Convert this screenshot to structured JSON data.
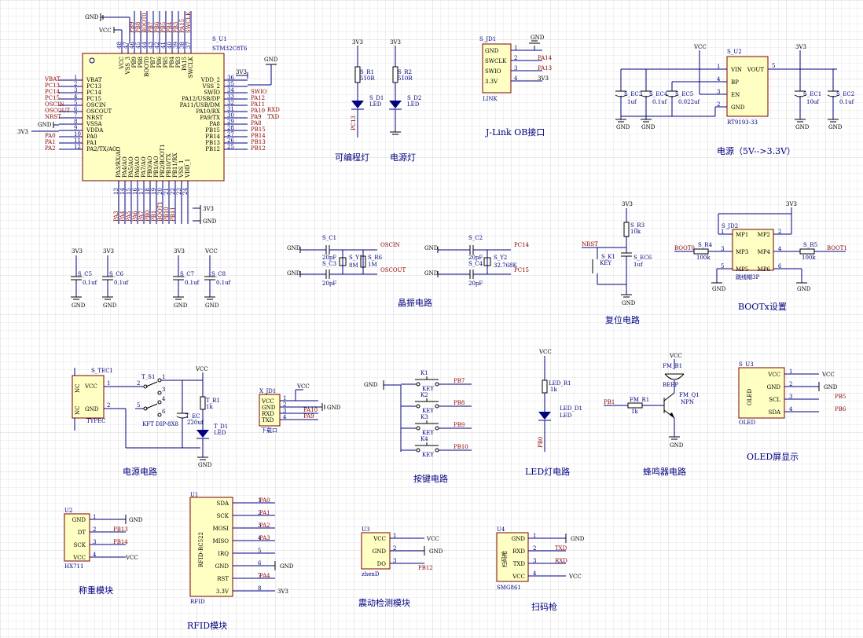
{
  "captions": {
    "prog_led": "可编程灯",
    "power_led": "电源灯",
    "jlink": "J-Link OB接口",
    "power_supply": "电源（5V-->3.3V）",
    "crystal": "晶振电路",
    "reset": "复位电路",
    "boot": "BOOTx设置",
    "power_circuit": "电源电路",
    "keys": "按键电路",
    "led_circuit": "LED灯电路",
    "buzzer": "蜂鸣器电路",
    "oled": "OLED屏显示",
    "weighing": "称重模块",
    "rfid": "RFID模块",
    "vibration": "震动检测模块",
    "scanner": "扫码枪"
  },
  "mcu": {
    "designator": "S_U1",
    "value": "STM32C8T6",
    "left_pins": [
      {
        "num": "1",
        "name": "VBAT",
        "net": "VBAT"
      },
      {
        "num": "2",
        "name": "PC13",
        "net": "PC13"
      },
      {
        "num": "3",
        "name": "PC14",
        "net": "PC14"
      },
      {
        "num": "4",
        "name": "PC15",
        "net": "PC15"
      },
      {
        "num": "5",
        "name": "OSCIN",
        "net": "OSCIN"
      },
      {
        "num": "6",
        "name": "OSCOUT",
        "net": "OSCOUT"
      },
      {
        "num": "7",
        "name": "NRST",
        "net": "NRST"
      },
      {
        "num": "8",
        "name": "VSSA",
        "net": ""
      },
      {
        "num": "9",
        "name": "VDDA",
        "net": ""
      },
      {
        "num": "10",
        "name": "PA0",
        "net": "PA0"
      },
      {
        "num": "11",
        "name": "PA1",
        "net": "PA1"
      },
      {
        "num": "12",
        "name": "PA2/TX/AO",
        "net": "PA2"
      }
    ],
    "right_pins": [
      {
        "num": "36",
        "name": "VDD_2",
        "net": ""
      },
      {
        "num": "35",
        "name": "VSS_2",
        "net": ""
      },
      {
        "num": "34",
        "name": "SWIO",
        "net": "SWIO"
      },
      {
        "num": "33",
        "name": "PA12/USB/DP",
        "net": "PA12"
      },
      {
        "num": "32",
        "name": "PA11/USB/DM",
        "net": "PA11"
      },
      {
        "num": "31",
        "name": "PA10/RX",
        "net": "PA10"
      },
      {
        "num": "30",
        "name": "PA9/TX",
        "net": "PA9"
      },
      {
        "num": "29",
        "name": "PA8",
        "net": "PA8"
      },
      {
        "num": "28",
        "name": "PB15",
        "net": "PB15"
      },
      {
        "num": "27",
        "name": "PB14",
        "net": "PB14"
      },
      {
        "num": "26",
        "name": "PB13",
        "net": "PB13"
      },
      {
        "num": "25",
        "name": "PB12",
        "net": "PB12"
      }
    ],
    "top_pins": [
      {
        "num": "48",
        "name": "VCC",
        "net": ""
      },
      {
        "num": "47",
        "name": "VSS_3",
        "net": ""
      },
      {
        "num": "46",
        "name": "PB9",
        "net": "PB9"
      },
      {
        "num": "45",
        "name": "PB8",
        "net": "PB8"
      },
      {
        "num": "44",
        "name": "BOOT0",
        "net": "BOOT0"
      },
      {
        "num": "43",
        "name": "PB7",
        "net": "PB7"
      },
      {
        "num": "42",
        "name": "PB6",
        "net": "PB6"
      },
      {
        "num": "41",
        "name": "PB5",
        "net": "PB5"
      },
      {
        "num": "40",
        "name": "PB4",
        "net": "PB4"
      },
      {
        "num": "39",
        "name": "PB3",
        "net": "PB3"
      },
      {
        "num": "38",
        "name": "PA15",
        "net": "PA15"
      },
      {
        "num": "37",
        "name": "SWCLK",
        "net": "SWCLK"
      }
    ],
    "bottom_pins": [
      {
        "num": "13",
        "name": "PA3/RX/AO",
        "net": "PA3"
      },
      {
        "num": "14",
        "name": "PA4/AO",
        "net": "PA4"
      },
      {
        "num": "15",
        "name": "PA5/AO",
        "net": "PA5"
      },
      {
        "num": "16",
        "name": "PA6/AO",
        "net": "PA6"
      },
      {
        "num": "17",
        "name": "PA7/AO",
        "net": "PA7"
      },
      {
        "num": "18",
        "name": "PB0/AO",
        "net": "PB0"
      },
      {
        "num": "19",
        "name": "PB1/AO",
        "net": "PB1"
      },
      {
        "num": "20",
        "name": "PB2/BOOT1",
        "net": "BOOT1"
      },
      {
        "num": "21",
        "name": "PB10/TX",
        "net": "PB10"
      },
      {
        "num": "22",
        "name": "PB11/RX",
        "net": "PB11"
      },
      {
        "num": "23",
        "name": "VSS_1",
        "net": ""
      },
      {
        "num": "24",
        "name": "VDD_1",
        "net": ""
      }
    ],
    "extra_labels": {
      "gnd_top": "GND",
      "vcc_top": "VCC",
      "gnd_left": "GND",
      "v3_left": "3V3",
      "v3_right": "3V3",
      "rxd": "RXD",
      "txd": "TXD",
      "v3_bottom": "3V3",
      "gnd_bottom": "GND"
    }
  },
  "decoupling": [
    {
      "des": "S_C5",
      "val": "0.1uf",
      "rail": "3V3"
    },
    {
      "des": "S_C6",
      "val": "0.1uf",
      "rail": "3V3"
    },
    {
      "des": "S_C7",
      "val": "0.1uf",
      "rail": "3V3"
    },
    {
      "des": "S_C8",
      "val": "0.1uf",
      "rail": "VCC"
    }
  ],
  "gnd": "GND",
  "leds_top": {
    "rail": "3V3",
    "r1": "S_R1",
    "r1v": "510R",
    "d1": "S_D1",
    "d1v": "LED",
    "net": "PC13",
    "r2": "S_R2",
    "r2v": "510R",
    "d2": "S_D2",
    "d2v": "LED"
  },
  "jlink": {
    "des": "S_JD1",
    "value": "LINK",
    "pins": [
      {
        "num": "1",
        "name": "GND",
        "net": "GND"
      },
      {
        "num": "2",
        "name": "SWCLK",
        "net": "PA14"
      },
      {
        "num": "3",
        "name": "SWIO",
        "net": "PA13"
      },
      {
        "num": "4",
        "name": "3.3V",
        "net": "3V3"
      }
    ]
  },
  "regulator": {
    "des": "S_U2",
    "value": "RT9193-33",
    "pins_left": [
      {
        "num": "1",
        "name": "VIN"
      },
      {
        "num": "4",
        "name": "BP"
      },
      {
        "num": "3",
        "name": "EN"
      },
      {
        "num": "2",
        "name": "GND"
      }
    ],
    "pin_right": {
      "num": "5",
      "name": "VOUT"
    },
    "vin": "VCC",
    "vout": "3V3",
    "caps": [
      {
        "des": "S_EC3",
        "val": "1uf"
      },
      {
        "des": "S_EC4",
        "val": "0.1uf"
      },
      {
        "des": "S_EC5",
        "val": "0.022uf"
      },
      {
        "des": "S_EC1",
        "val": "10uf"
      },
      {
        "des": "S_EC2",
        "val": "0.1uf"
      }
    ]
  },
  "crystal": {
    "c1": "S_C1",
    "c1v": "20pF",
    "c3": "S_C3",
    "c3v": "20pF",
    "y1": "S_Y1",
    "y1v": "8M",
    "r6": "S_R6",
    "r6v": "1M",
    "oscin": "OSCIN",
    "oscout": "OSCOUT",
    "c2": "S_C2",
    "c2v": "20pF",
    "c4": "S_C4",
    "c4v": "20pF",
    "y2": "S_Y2",
    "y2v": "32.768K",
    "pc14": "PC14",
    "pc15": "PC15"
  },
  "reset": {
    "rail": "3V3",
    "r3": "S_R3",
    "r3v": "10k",
    "k1": "S_K1",
    "k1v": "KEY",
    "ec6": "S_EC6",
    "ec6v": "1uf",
    "nrst": "NRST"
  },
  "boot": {
    "rail": "3V3",
    "des": "S_JD2",
    "value": "跳线帽3P",
    "r4": "S_R4",
    "r4v": "100k",
    "r5": "S_R5",
    "r5v": "100k",
    "boot0": "BOOT0",
    "boot1": "BOOT1",
    "pins": [
      {
        "num": "1",
        "name": "MP1"
      },
      {
        "num": "2",
        "name": "MP2"
      },
      {
        "num": "3",
        "name": "MP3"
      },
      {
        "num": "4",
        "name": "MP4"
      },
      {
        "num": "5",
        "name": "MP5"
      },
      {
        "num": "6",
        "name": "MP6"
      }
    ]
  },
  "power_circuit": {
    "tec": "S_TEC1",
    "tec_val": "TYPEC",
    "vcc_pin": "VCC",
    "gnd_pin": "GND",
    "nc": "NC",
    "sw": "T_S1",
    "sw_val": "KFT DIP-8X8",
    "ec": "T_EC",
    "ec_val": "220uf",
    "r1": "T_R1",
    "r1v": "1k",
    "d1": "T_D1",
    "d1v": "LED",
    "rail": "VCC",
    "sw_pins": [
      "1",
      "2",
      "3",
      "4",
      "5",
      "6"
    ],
    "tec_pins": [
      "1",
      "2"
    ]
  },
  "download": {
    "des": "X_JD1",
    "value": "下载口",
    "pins": [
      {
        "num": "1",
        "name": "VCC",
        "net": "VCC"
      },
      {
        "num": "2",
        "name": "GND",
        "net": "GND"
      },
      {
        "num": "3",
        "name": "RXD",
        "net": "PA10"
      },
      {
        "num": "4",
        "name": "TXD",
        "net": "PA9"
      }
    ]
  },
  "keys": [
    {
      "des": "K1",
      "val": "KEY",
      "net": "PB7"
    },
    {
      "des": "K2",
      "val": "KEY",
      "net": "PB8"
    },
    {
      "des": "K3",
      "val": "KEY",
      "net": "PB9"
    },
    {
      "des": "K4",
      "val": "KEY",
      "net": "PB10"
    }
  ],
  "led_circuit": {
    "rail": "VCC",
    "r1": "LED_R1",
    "r1v": "1k",
    "d1": "LED_D1",
    "d1v": "LED",
    "net": "PB0"
  },
  "buzzer": {
    "rail": "VCC",
    "bz": "FM_B1",
    "bz_val": "BEEP",
    "r1": "FM_R1",
    "r1v": "1k",
    "q1": "FM_Q1",
    "q1v": "NPN",
    "net": "PB1"
  },
  "oled": {
    "des": "S_U3",
    "value": "OLED",
    "body": "OLED",
    "pins": [
      {
        "num": "1",
        "name": "VCC",
        "net": "VCC"
      },
      {
        "num": "2",
        "name": "GND",
        "net": "GND"
      },
      {
        "num": "3",
        "name": "SCL",
        "net": "PB5"
      },
      {
        "num": "4",
        "name": "SDA",
        "net": "PB6"
      }
    ]
  },
  "hx711": {
    "des": "U2",
    "value": "HX711",
    "pins": [
      {
        "num": "1",
        "name": "GND",
        "net": "GND"
      },
      {
        "num": "2",
        "name": "DT",
        "net": "PB13"
      },
      {
        "num": "3",
        "name": "SCK",
        "net": "PB14"
      },
      {
        "num": "4",
        "name": "VCC",
        "net": "VCC"
      }
    ]
  },
  "rfid": {
    "des": "U1",
    "value": "RFID",
    "body": "RFID-RC522",
    "pins": [
      {
        "num": "1",
        "name": "SDA",
        "net": "PA0"
      },
      {
        "num": "2",
        "name": "SCK",
        "net": "PA1"
      },
      {
        "num": "3",
        "name": "MOSI",
        "net": "PA2"
      },
      {
        "num": "4",
        "name": "MISO",
        "net": "PA3"
      },
      {
        "num": "5",
        "name": "IRQ",
        "net": ""
      },
      {
        "num": "6",
        "name": "GND",
        "net": "GND"
      },
      {
        "num": "7",
        "name": "RST",
        "net": "PA4"
      },
      {
        "num": "8",
        "name": "3.3V",
        "net": "3V3"
      }
    ]
  },
  "vib": {
    "des": "U3",
    "value": "zhenD",
    "pins": [
      {
        "num": "1",
        "name": "VCC",
        "net": "VCC"
      },
      {
        "num": "2",
        "name": "GND",
        "net": "GND"
      },
      {
        "num": "3",
        "name": "DO",
        "net": "PB12"
      }
    ]
  },
  "scanner": {
    "des": "U4",
    "value": "SMG861",
    "body": "扫码枪",
    "pins": [
      {
        "num": "1",
        "name": "GND",
        "net": "GND"
      },
      {
        "num": "2",
        "name": "RXD",
        "net": "TXD"
      },
      {
        "num": "3",
        "name": "TXD",
        "net": "RXD"
      },
      {
        "num": "4",
        "name": "VCC",
        "net": "VCC"
      }
    ]
  }
}
